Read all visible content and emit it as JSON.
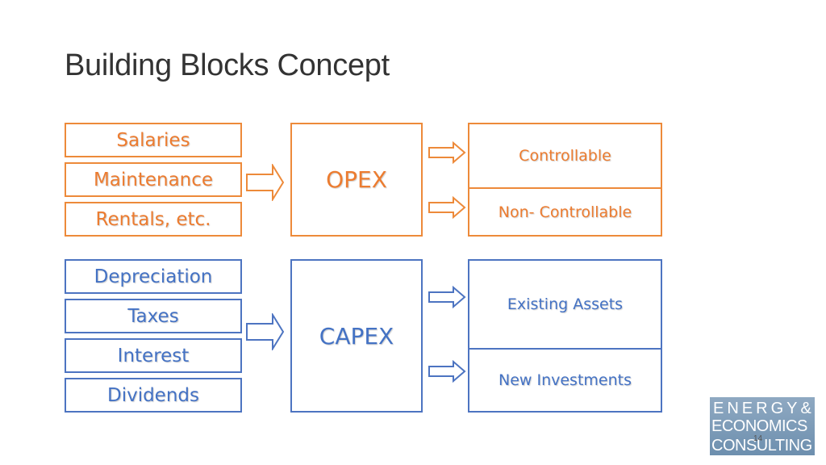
{
  "title": "Building Blocks Concept",
  "colors": {
    "opex": "#ED7D31",
    "capex": "#4472C4"
  },
  "opex": {
    "inputs": [
      "Salaries",
      "Maintenance",
      "Rentals, etc."
    ],
    "label": "OPEX",
    "outputs": [
      "Controllable",
      "Non- Controllable"
    ]
  },
  "capex": {
    "inputs": [
      "Depreciation",
      "Taxes",
      "Interest",
      "Dividends"
    ],
    "label": "CAPEX",
    "outputs": [
      "Existing Assets",
      "New Investments"
    ]
  },
  "logo": {
    "line1": "ENERGY&",
    "line2": "ECONOMICS",
    "line3": "CONSULTING"
  },
  "page_number": "14"
}
